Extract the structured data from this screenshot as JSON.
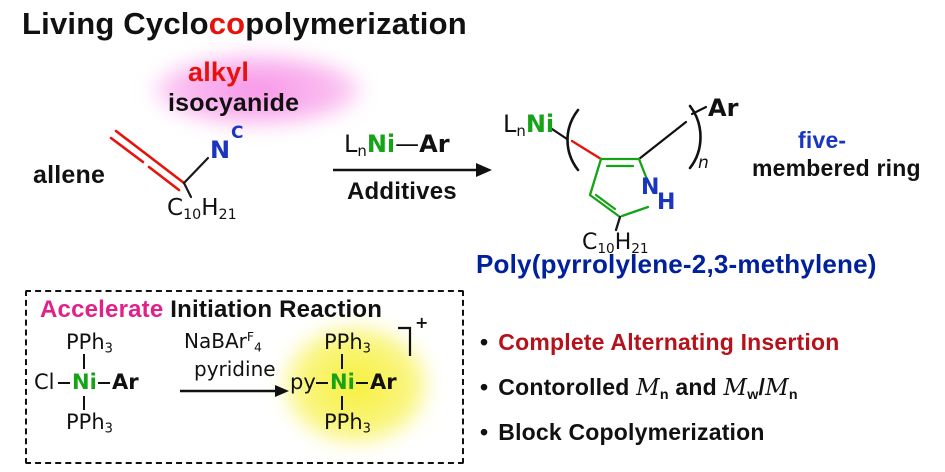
{
  "colors": {
    "red": "#e8120c",
    "blue": "#1a35c0",
    "green": "#17a317",
    "magenta": "#e0218a",
    "navy": "#00209c",
    "dark_red": "#b5121b",
    "pink_glow": "#f78ce6",
    "yellow_glow": "#f6ef30"
  },
  "title": {
    "pre": "Living Cyclo",
    "highlight": "co",
    "post": "polymerization"
  },
  "monomer": {
    "alkyl": "alkyl",
    "isocyanide": "isocyanide",
    "allene": "allene",
    "iso_n": "N",
    "iso_c": "C",
    "chain": {
      "c": "C",
      "sub10": "10",
      "h": "H",
      "sub21": "21"
    }
  },
  "conditions": {
    "ligand": "L",
    "ligand_sub": "n",
    "metal": "Ni",
    "bond": "—",
    "aryl": "Ar",
    "below": "Additives"
  },
  "product": {
    "ligand": "L",
    "ligand_sub": "n",
    "metal": "Ni",
    "repeat": "n",
    "aryl": "Ar",
    "ring_n": "N",
    "ring_h": "H",
    "chain": {
      "c": "C",
      "sub10": "10",
      "h": "H",
      "sub21": "21"
    },
    "five_line1": "five-",
    "five_line2": "membered ring",
    "name": "Poly(pyrrolylene-2,3-methylene)"
  },
  "box": {
    "heading_accent": "Accelerate",
    "heading_rest": "Initiation Reaction",
    "pph": "PPh",
    "pph_sub": "3",
    "cl": "Cl",
    "metal": "Ni",
    "aryl": "Ar",
    "py": "py",
    "reagent": {
      "base": "NaBAr",
      "sup": "F",
      "sub": "4"
    },
    "reagent2": "pyridine",
    "charge": "+"
  },
  "bullets": {
    "marker": "•",
    "item1": "Complete Alternating Insertion",
    "item2": {
      "t1": "Contorolled ",
      "m1": "M",
      "s1": "n",
      "t2": " and ",
      "m2": "M",
      "s2": "w",
      "slash": "/",
      "m3": "M",
      "s3": "n"
    },
    "item3": "Block Copolymerization"
  }
}
